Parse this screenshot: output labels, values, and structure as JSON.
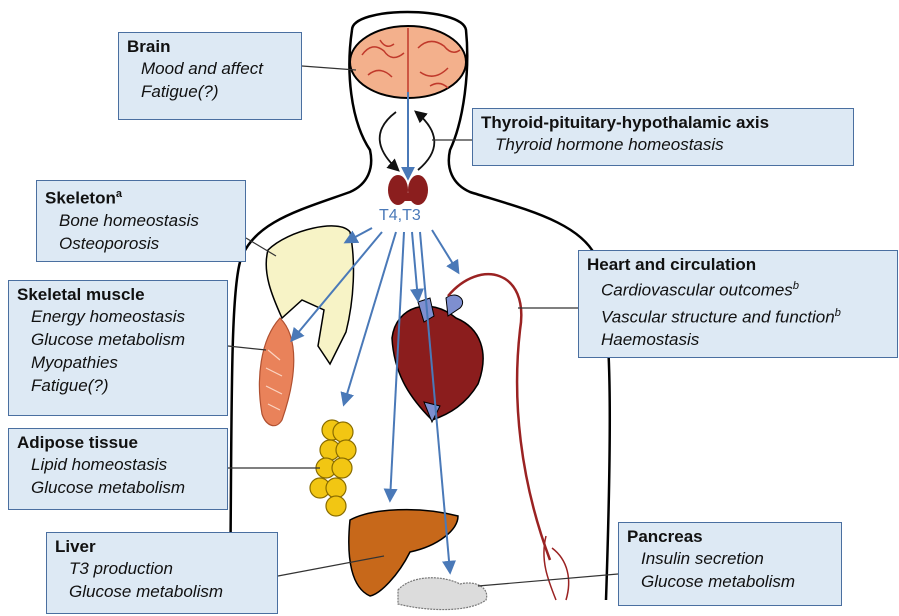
{
  "hormone_label": "T4,T3",
  "colors": {
    "box_fill": "#dde9f4",
    "box_border": "#4a6fa0",
    "arrow": "#4a79b8",
    "brain": "#f3b08c",
    "thyroid": "#8b1e1e",
    "heart": "#8b1d1d",
    "vessels": "#7e8fd0",
    "skeleton": "#f7f3c6",
    "muscle": "#e9825a",
    "fat": "#f2c613",
    "liver": "#c7681a",
    "pancreas": "#dcdcdc",
    "artery": "#9a2222"
  },
  "boxes": {
    "brain": {
      "title": "Brain",
      "items": [
        "Mood and affect",
        "Fatigue(?)"
      ]
    },
    "axis": {
      "title": "Thyroid-pituitary-hypothalamic axis",
      "items": [
        "Thyroid hormone homeostasis"
      ]
    },
    "skeleton": {
      "title": "Skeleton",
      "title_sup": "a",
      "items": [
        "Bone homeostasis",
        "Osteoporosis"
      ]
    },
    "heart": {
      "title": "Heart and circulation",
      "items": [
        "Cardiovascular outcomes",
        "Vascular structure and function",
        "Haemostasis"
      ],
      "item_sups": [
        "b",
        "b",
        ""
      ]
    },
    "muscle": {
      "title": "Skeletal muscle",
      "items": [
        "Energy homeostasis",
        "Glucose metabolism",
        "Myopathies",
        "Fatigue(?)"
      ]
    },
    "adipose": {
      "title": "Adipose tissue",
      "items": [
        "Lipid homeostasis",
        "Glucose metabolism"
      ]
    },
    "liver": {
      "title": "Liver",
      "items": [
        "T3 production",
        "Glucose metabolism"
      ]
    },
    "pancreas": {
      "title": "Pancreas",
      "items": [
        "Insulin secretion",
        "Glucose metabolism"
      ]
    }
  }
}
